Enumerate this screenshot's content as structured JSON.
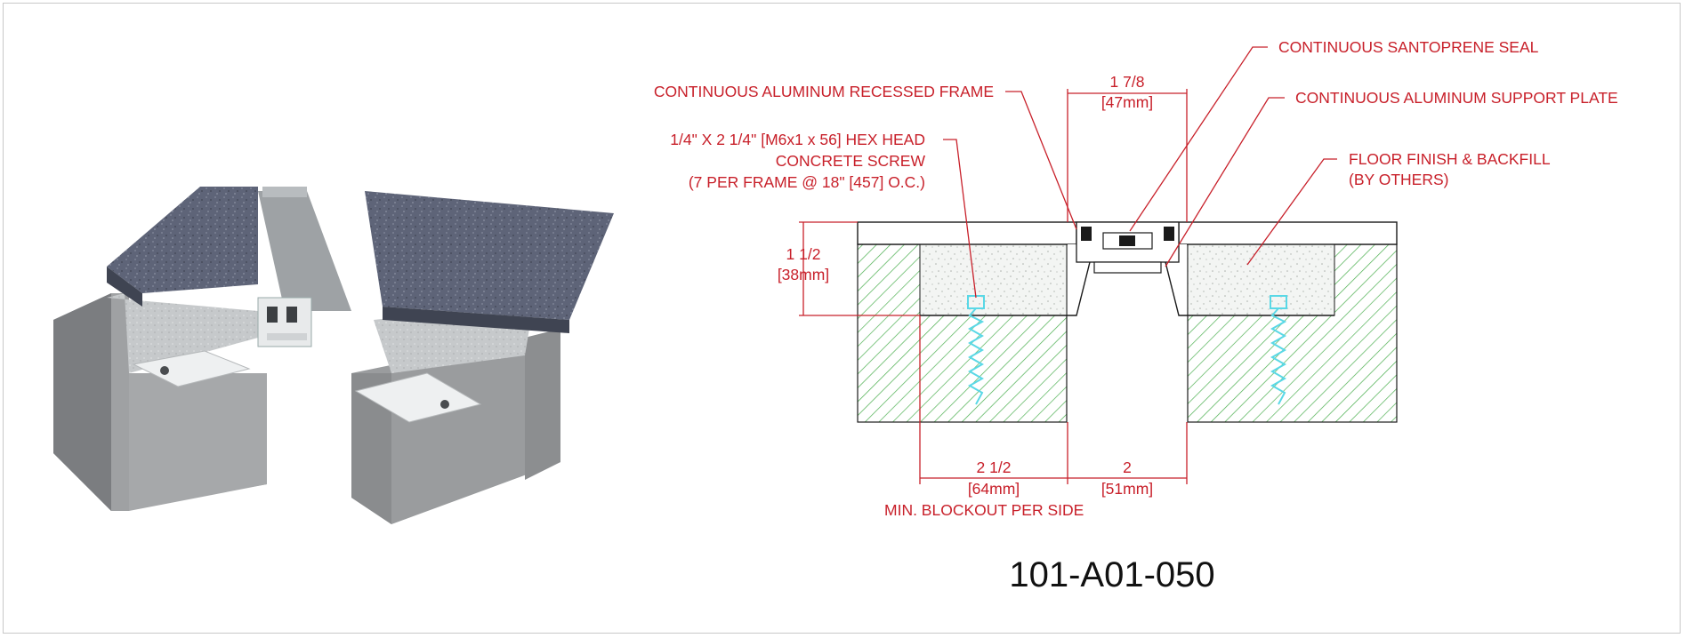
{
  "drawing": {
    "code": "101-A01-050",
    "callouts": {
      "seal": "CONTINUOUS SANTOPRENE SEAL",
      "frame": "CONTINUOUS ALUMINUM RECESSED FRAME",
      "support": "CONTINUOUS ALUMINUM SUPPORT PLATE",
      "screw": [
        "1/4\" X 2 1/4\" [M6x1 x 56] HEX HEAD",
        "CONCRETE SCREW",
        "(7 PER FRAME @ 18\" [457] O.C.)"
      ],
      "floor": [
        "FLOOR FINISH & BACKFILL",
        "(BY OTHERS)"
      ],
      "blockout": "MIN. BLOCKOUT PER SIDE"
    },
    "dims": {
      "top": [
        "1 7/8",
        "[47mm]"
      ],
      "left": [
        "1 1/2",
        "[38mm]"
      ],
      "bottom_left": [
        "2 1/2",
        "[64mm]"
      ],
      "bottom_right": [
        "2",
        "[51mm]"
      ]
    }
  },
  "colors": {
    "annotation": "#c8202a",
    "hatch": "#4caf50",
    "screw": "#5ad8e6",
    "concrete": "#9a9c9e"
  }
}
